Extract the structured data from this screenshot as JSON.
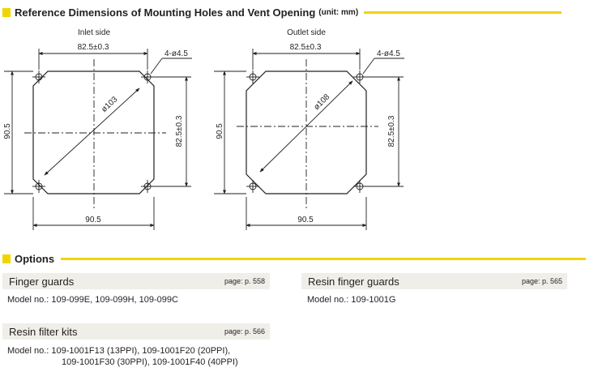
{
  "heading_dimensions": {
    "title": "Reference Dimensions of Mounting Holes and Vent Opening",
    "unit": "(unit: mm)"
  },
  "inlet": {
    "side_label": "Inlet side",
    "top_dim": "82.5±0.3",
    "hole_label": "4-ø4.5",
    "diameter": "ø103",
    "left_dim": "90.5",
    "right_dim": "82.5±0.3",
    "bottom_dim": "90.5"
  },
  "outlet": {
    "side_label": "Outlet side",
    "top_dim": "82.5±0.3",
    "hole_label": "4-ø4.5",
    "diameter": "ø108",
    "left_dim": "90.5",
    "right_dim": "82.5±0.3",
    "bottom_dim": "90.5"
  },
  "heading_options": {
    "title": "Options"
  },
  "options": {
    "finger_guards": {
      "name": "Finger guards",
      "page": "page: p. 558",
      "model_line1": "Model no.: 109-099E, 109-099H, 109-099C"
    },
    "resin_finger_guards": {
      "name": "Resin finger guards",
      "page": "page: p. 565",
      "model_line1": "Model no.: 109-1001G"
    },
    "resin_filter_kits": {
      "name": "Resin filter kits",
      "page": "page: p. 566",
      "model_line1": "Model no.: 109-1001F13 (13PPI), 109-1001F20 (20PPI),",
      "model_line2": "109-1001F30 (30PPI), 109-1001F40 (40PPI)"
    }
  },
  "colors": {
    "accent": "#f2d500",
    "bar": "#f0eee8",
    "ink": "#231f20"
  }
}
